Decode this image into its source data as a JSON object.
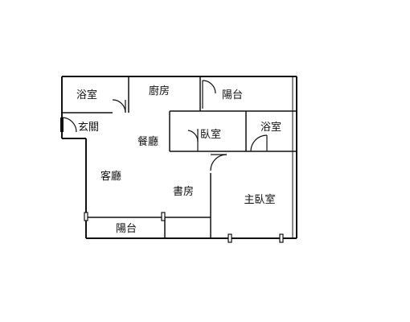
{
  "colors": {
    "wall": "#111111",
    "background": "#ffffff"
  },
  "rooms": {
    "bath_left": "浴室",
    "kitchen": "廚房",
    "balcony_top": "陽台",
    "entry": "玄關",
    "dining": "餐廳",
    "bedroom": "臥室",
    "bath_right": "浴室",
    "living": "客廳",
    "study": "書房",
    "master_bedroom": "主臥室",
    "balcony_bottom": "陽台"
  }
}
